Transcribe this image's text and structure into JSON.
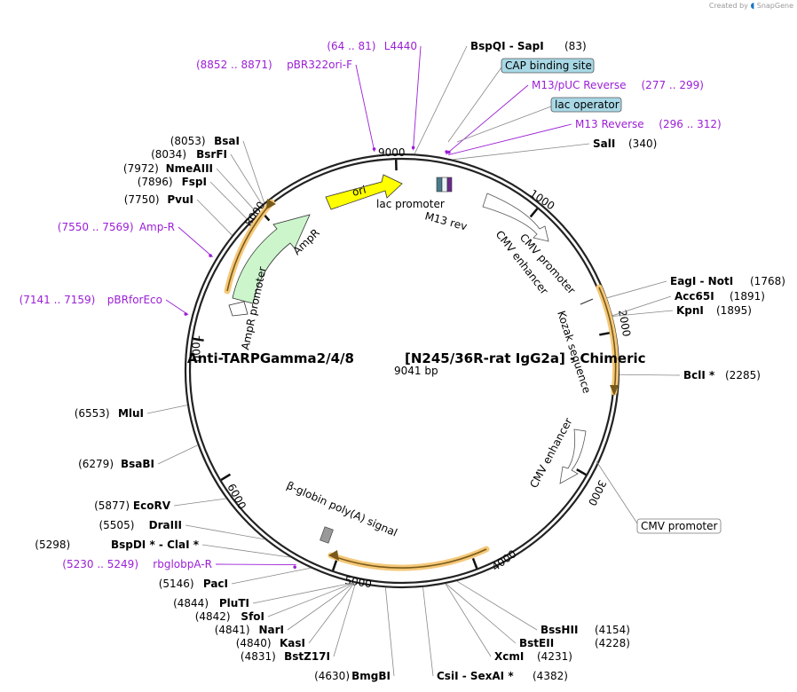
{
  "brand": {
    "created_by": "Created by",
    "app": "SnapGene"
  },
  "plasmid": {
    "name_left": "Anti-TARPGamma2/4/8",
    "name_right": "[N245/36R-rat IgG2a] - Chimeric",
    "size_label": "9041 bp",
    "length": 9041
  },
  "scale_ticks": [
    {
      "label": "1000",
      "bp": 1000
    },
    {
      "label": "2000",
      "bp": 2000
    },
    {
      "label": "3000",
      "bp": 3000
    },
    {
      "label": "4000",
      "bp": 4000
    },
    {
      "label": "5000",
      "bp": 5000
    },
    {
      "label": "6000",
      "bp": 6000
    },
    {
      "label": "7000",
      "bp": 7000
    },
    {
      "label": "8000",
      "bp": 8000
    },
    {
      "label": "9000",
      "bp": 9000
    }
  ],
  "restriction_sites": [
    {
      "name": "BspQI",
      "name2": "SapI",
      "pos": "(83)",
      "bp": 83
    },
    {
      "name": "SalI",
      "name2": "",
      "pos": "(340)",
      "bp": 340
    },
    {
      "name": "EagI",
      "name2": "NotI",
      "pos": "(1768)",
      "bp": 1768
    },
    {
      "name": "Acc65I",
      "name2": "",
      "pos": "(1891)",
      "bp": 1891
    },
    {
      "name": "KpnI",
      "name2": "",
      "pos": "(1895)",
      "bp": 1895
    },
    {
      "name": "BclI *",
      "name2": "",
      "pos": "(2285)",
      "bp": 2285
    },
    {
      "name": "BssHII",
      "name2": "",
      "pos": "(4154)",
      "bp": 4154
    },
    {
      "name": "BstEII",
      "name2": "",
      "pos": "(4228)",
      "bp": 4228
    },
    {
      "name": "XcmI",
      "name2": "",
      "pos": "(4231)",
      "bp": 4231
    },
    {
      "name": "CsiI",
      "name2": "SexAI *",
      "pos": "(4382)",
      "bp": 4382
    },
    {
      "name": "BmgBI",
      "name2": "",
      "pos": "(4630)",
      "bp": 4630
    },
    {
      "name": "BstZ17I",
      "name2": "",
      "pos": "(4831)",
      "bp": 4831
    },
    {
      "name": "KasI",
      "name2": "",
      "pos": "(4840)",
      "bp": 4840
    },
    {
      "name": "NarI",
      "name2": "",
      "pos": "(4841)",
      "bp": 4841
    },
    {
      "name": "SfoI",
      "name2": "",
      "pos": "(4842)",
      "bp": 4842
    },
    {
      "name": "PluTI",
      "name2": "",
      "pos": "(4844)",
      "bp": 4844
    },
    {
      "name": "PacI",
      "name2": "",
      "pos": "(5146)",
      "bp": 5146
    },
    {
      "name": "BspDI *",
      "name2": "ClaI *",
      "pos": "(5298)",
      "bp": 5298
    },
    {
      "name": "DraIII",
      "name2": "",
      "pos": "(5505)",
      "bp": 5505
    },
    {
      "name": "EcoRV",
      "name2": "",
      "pos": "(5877)",
      "bp": 5877
    },
    {
      "name": "BsaBI",
      "name2": "",
      "pos": "(6279)",
      "bp": 6279
    },
    {
      "name": "MluI",
      "name2": "",
      "pos": "(6553)",
      "bp": 6553
    },
    {
      "name": "PvuI",
      "name2": "",
      "pos": "(7750)",
      "bp": 7750
    },
    {
      "name": "FspI",
      "name2": "",
      "pos": "(7896)",
      "bp": 7896
    },
    {
      "name": "NmeAIII",
      "name2": "",
      "pos": "(7972)",
      "bp": 7972
    },
    {
      "name": "BsrFI",
      "name2": "",
      "pos": "(8034)",
      "bp": 8034
    },
    {
      "name": "BsaI",
      "name2": "",
      "pos": "(8053)",
      "bp": 8053
    }
  ],
  "primers": [
    {
      "name": "L4440",
      "range": "(64 .. 81)",
      "bp": 72
    },
    {
      "name": "pBR322ori-F",
      "range": "(8852 .. 8871)",
      "bp": 8861
    },
    {
      "name": "M13/pUC Reverse",
      "range": "(277 .. 299)",
      "bp": 288
    },
    {
      "name": "M13 Reverse",
      "range": "(296 .. 312)",
      "bp": 304
    },
    {
      "name": "Amp-R",
      "range": "(7550 .. 7569)",
      "bp": 7560
    },
    {
      "name": "pBRforEco",
      "range": "(7141 .. 7159)",
      "bp": 7150
    },
    {
      "name": "rbglobpA-R",
      "range": "(5230 .. 5249)",
      "bp": 5240
    }
  ],
  "boxed_features": [
    {
      "name": "CAP binding site",
      "color": "#a8d8e6"
    },
    {
      "name": "lac operator",
      "color": "#a8d8e6"
    },
    {
      "name": "CMV promoter",
      "color": "#ffffff"
    }
  ],
  "features": {
    "ori": "ori",
    "lac_promoter": "lac promoter",
    "m13_rev": "M13 rev",
    "cmv_promoter_1": "CMV promoter",
    "cmv_enhancer_1": "CMV enhancer",
    "kozak": "Kozak sequence",
    "cmv_enhancer_2": "CMV enhancer",
    "polya": "β-globin poly(A) signal",
    "ampr": "AmpR",
    "ampr_promoter": "AmpR promoter"
  },
  "colors": {
    "backbone": "#222222",
    "primer": "#9b1fd6",
    "ori": "#ffff00",
    "ampr": "#ccf5cc",
    "orf_highlight": "#f5c879",
    "orf_arrow": "#7a5a1a",
    "cap_box": "#a8d8e6"
  }
}
